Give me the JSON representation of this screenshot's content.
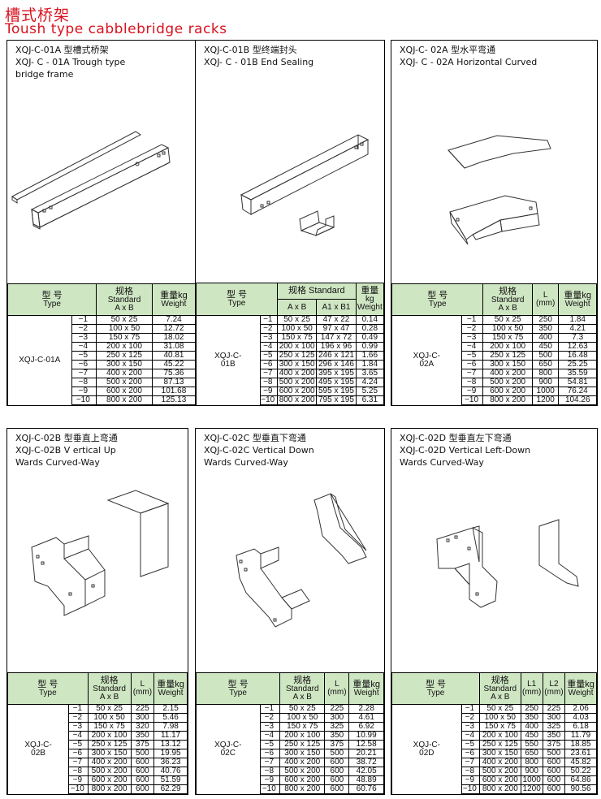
{
  "header": {
    "title_cn": "槽式桥架",
    "title_en": "Toush type cabblebridge racks"
  },
  "panels": [
    {
      "id": "p01a",
      "title": "XQJ-C-01A 型槽式桥架\nXQJ- C - 01A   Trough   type\nbridge frame",
      "model": "XQJ-C-01A",
      "headers": {
        "type_cn": "型    号",
        "type_en": "Type",
        "spec_cn": "规格",
        "spec_en": "Standard",
        "spec_ab": "A x B",
        "weight_cn": "重量kg",
        "weight_en": "Weight"
      },
      "rows": [
        {
          "s": "−1",
          "ab": "50 x 25",
          "w": "7.24"
        },
        {
          "s": "−2",
          "ab": "100 x 50",
          "w": "12.72"
        },
        {
          "s": "−3",
          "ab": "150 x 75",
          "w": "18.02"
        },
        {
          "s": "−4",
          "ab": "200 x 100",
          "w": "31.08"
        },
        {
          "s": "−5",
          "ab": "250 x 125",
          "w": "40.81"
        },
        {
          "s": "−6",
          "ab": "300 x 150",
          "w": "45.22"
        },
        {
          "s": "−7",
          "ab": "400 x 200",
          "w": "75.36"
        },
        {
          "s": "−8",
          "ab": "500 x 200",
          "w": "87.13"
        },
        {
          "s": "−9",
          "ab": "600 x 200",
          "w": "101.68"
        },
        {
          "s": "−10",
          "ab": "800 x 200",
          "w": "125.13"
        }
      ]
    },
    {
      "id": "p01b",
      "title": "XQJ-C-01B 型终端封头\nXQJ- C - 01B End Sealing",
      "model_a": "XQJ-C-",
      "model_b": "01B",
      "headers": {
        "type_cn": "型    号",
        "type_en": "Type",
        "spec": "规格 Standard",
        "ab": "A x B",
        "a1b1": "A1 x B1",
        "weight_cn": "重量",
        "weight_kg": "kg",
        "weight_en": "Weight"
      },
      "rows": [
        {
          "s": "−1",
          "ab": "50 x 25",
          "a1": "47 x 22",
          "w": "0.14"
        },
        {
          "s": "−2",
          "ab": "100 x 50",
          "a1": "97 x 47",
          "w": "0.28"
        },
        {
          "s": "−3",
          "ab": "150 x 75",
          "a1": "147 x 72",
          "w": "0.49"
        },
        {
          "s": "−4",
          "ab": "200 x 100",
          "a1": "196 x 96",
          "w": "0.99"
        },
        {
          "s": "−5",
          "ab": "250 x 125",
          "a1": "246 x 121",
          "w": "1.66"
        },
        {
          "s": "−6",
          "ab": "300 x 150",
          "a1": "296 x 146",
          "w": "1.84"
        },
        {
          "s": "−7",
          "ab": "400 x 200",
          "a1": "395 x 195",
          "w": "3.65"
        },
        {
          "s": "−8",
          "ab": "500 x 200",
          "a1": "495 x 195",
          "w": "4.24"
        },
        {
          "s": "−9",
          "ab": "600 x 200",
          "a1": "595 x 195",
          "w": "5.25"
        },
        {
          "s": "−10",
          "ab": "800 x 200",
          "a1": "795 x 195",
          "w": "6.31"
        }
      ]
    },
    {
      "id": "p02a",
      "title": "XQJ-C- 02A 型水平弯通\nXQJ- C - 02A Horizontal Curved",
      "model_a": "XQJ-C-",
      "model_b": "02A",
      "headers": {
        "type_cn": "型    号",
        "type_en": "Type",
        "spec_cn": "规格",
        "spec_en": "Standard",
        "spec_ab": "A x B",
        "l": "L",
        "mm": "(mm)",
        "weight_cn": "重量kg",
        "weight_en": "Weight"
      },
      "rows": [
        {
          "s": "−1",
          "ab": "50 x 25",
          "l": "250",
          "w": "1.84"
        },
        {
          "s": "−2",
          "ab": "100 x 50",
          "l": "350",
          "w": "4.21"
        },
        {
          "s": "−3",
          "ab": "150 x 75",
          "l": "400",
          "w": "7.3"
        },
        {
          "s": "−4",
          "ab": "200 x 100",
          "l": "450",
          "w": "12.63"
        },
        {
          "s": "−5",
          "ab": "250 x 125",
          "l": "500",
          "w": "16.48"
        },
        {
          "s": "−6",
          "ab": "300 x 150",
          "l": "650",
          "w": "25.25"
        },
        {
          "s": "−7",
          "ab": "400 x 200",
          "l": "800",
          "w": "35.59"
        },
        {
          "s": "−8",
          "ab": "500 x 200",
          "l": "900",
          "w": "54.81"
        },
        {
          "s": "−9",
          "ab": "600 x 200",
          "l": "1000",
          "w": "76.24"
        },
        {
          "s": "−10",
          "ab": "800 x 200",
          "l": "1200",
          "w": "104.26"
        }
      ]
    },
    {
      "id": "p02b",
      "title": "XQJ-C-02B 型垂直上弯通\nXQJ-C-02B V ertical Up\nWards Curved-Way",
      "model_a": "XQJ-C-",
      "model_b": "02B",
      "headers": {
        "type_cn": "型    号",
        "type_en": "Type",
        "spec_cn": "规格",
        "spec_en": "Standard",
        "spec_ab": "A x B",
        "l": "L",
        "mm": "(mm)",
        "weight_cn": "重量kg",
        "weight_en": "Weight"
      },
      "rows": [
        {
          "s": "−1",
          "ab": "50 x 25",
          "l": "225",
          "w": "2.15"
        },
        {
          "s": "−2",
          "ab": "100 x 50",
          "l": "300",
          "w": "5.46"
        },
        {
          "s": "−3",
          "ab": "150 x 75",
          "l": "320",
          "w": "7.98"
        },
        {
          "s": "−4",
          "ab": "200 x 100",
          "l": "350",
          "w": "11.17"
        },
        {
          "s": "−5",
          "ab": "250 x 125",
          "l": "375",
          "w": "13.12"
        },
        {
          "s": "−6",
          "ab": "300 x 150",
          "l": "500",
          "w": "19.95"
        },
        {
          "s": "−7",
          "ab": "400 x 200",
          "l": "600",
          "w": "36.23"
        },
        {
          "s": "−8",
          "ab": "500 x 200",
          "l": "600",
          "w": "40.76"
        },
        {
          "s": "−9",
          "ab": "600 x 200",
          "l": "600",
          "w": "51.59"
        },
        {
          "s": "−10",
          "ab": "800 x 200",
          "l": "600",
          "w": "62.29"
        }
      ]
    },
    {
      "id": "p02c",
      "title": "XQJ-C-02C 型垂直下弯通\nXQJ-C-02C Vertical Down\nWards Curved-Way",
      "model_a": "XQJ-C-",
      "model_b": "02C",
      "headers": {
        "type_cn": "型    号",
        "type_en": "Type",
        "spec_cn": "规格",
        "spec_en": "Standard",
        "spec_ab": "A x B",
        "l": "L",
        "mm": "(mm)",
        "weight_cn": "重量kg",
        "weight_en": "Weight"
      },
      "rows": [
        {
          "s": "−1",
          "ab": "50 x 25",
          "l": "225",
          "w": "2.28"
        },
        {
          "s": "−2",
          "ab": "100 x 50",
          "l": "300",
          "w": "4.61"
        },
        {
          "s": "−3",
          "ab": "150 x 75",
          "l": "325",
          "w": "6.92"
        },
        {
          "s": "−4",
          "ab": "200 x 100",
          "l": "350",
          "w": "10.99"
        },
        {
          "s": "−5",
          "ab": "250 x 125",
          "l": "375",
          "w": "12.58"
        },
        {
          "s": "−6",
          "ab": "300 x 150",
          "l": "500",
          "w": "20.21"
        },
        {
          "s": "−7",
          "ab": "400 x 200",
          "l": "600",
          "w": "38.72"
        },
        {
          "s": "−8",
          "ab": "500 x 200",
          "l": "600",
          "w": "42.05"
        },
        {
          "s": "−9",
          "ab": "600 x 200",
          "l": "600",
          "w": "48.89"
        },
        {
          "s": "−10",
          "ab": "800 x 200",
          "l": "600",
          "w": "60.76"
        }
      ]
    },
    {
      "id": "p02d",
      "title": "XQJ-C-02D 型垂直左下弯通\nXQJ-C-02D Vertical Left-Down\nWards Curved-Way",
      "model_a": "XQJ-C-",
      "model_b": "02D",
      "headers": {
        "type_cn": "型    号",
        "type_en": "Type",
        "spec_cn": "规格",
        "spec_en": "Standard",
        "spec_ab": "A x B",
        "l1": "L1",
        "l2": "L2",
        "mm": "(mm)",
        "weight_cn": "重量kg",
        "weight_en": "Weight"
      },
      "rows": [
        {
          "s": "−1",
          "ab": "50 x 25",
          "l1": "250",
          "l2": "225",
          "w": "2.06"
        },
        {
          "s": "−2",
          "ab": "100 x 50",
          "l1": "350",
          "l2": "300",
          "w": "4.03"
        },
        {
          "s": "−3",
          "ab": "150 x 75",
          "l1": "400",
          "l2": "325",
          "w": "6.18"
        },
        {
          "s": "−4",
          "ab": "200 x 100",
          "l1": "450",
          "l2": "350",
          "w": "11.79"
        },
        {
          "s": "−5",
          "ab": "250 x 125",
          "l1": "550",
          "l2": "375",
          "w": "18.85"
        },
        {
          "s": "−6",
          "ab": "300 x 150",
          "l1": "650",
          "l2": "500",
          "w": "23.61"
        },
        {
          "s": "−7",
          "ab": "400 x 200",
          "l1": "800",
          "l2": "600",
          "w": "45.82"
        },
        {
          "s": "−8",
          "ab": "500 x 200",
          "l1": "900",
          "l2": "600",
          "w": "50.22"
        },
        {
          "s": "−9",
          "ab": "600 x 200",
          "l1": "1000",
          "l2": "600",
          "w": "64.86"
        },
        {
          "s": "−10",
          "ab": "800 x 200",
          "l1": "1200",
          "l2": "600",
          "w": "90.56"
        }
      ]
    }
  ]
}
